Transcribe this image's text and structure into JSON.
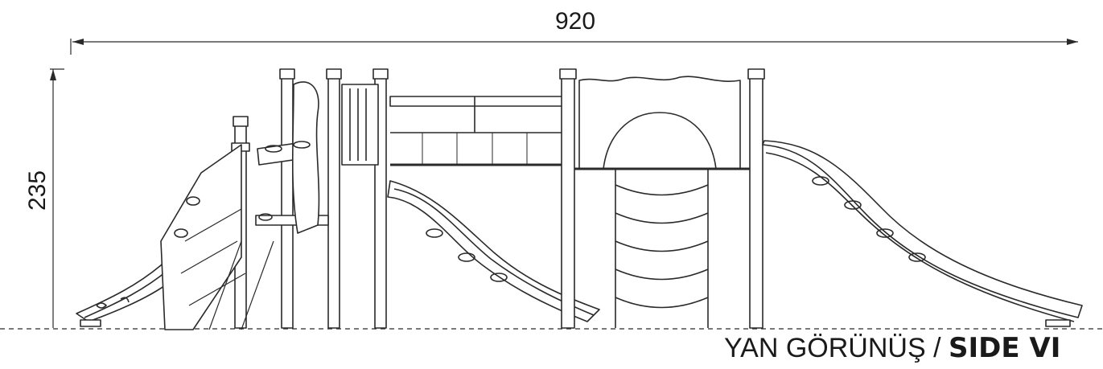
{
  "dimensions": {
    "width": "920",
    "height": "235"
  },
  "caption": {
    "turkish": "YAN GÖRÜNÜŞ /",
    "english": "SIDE VI"
  }
}
